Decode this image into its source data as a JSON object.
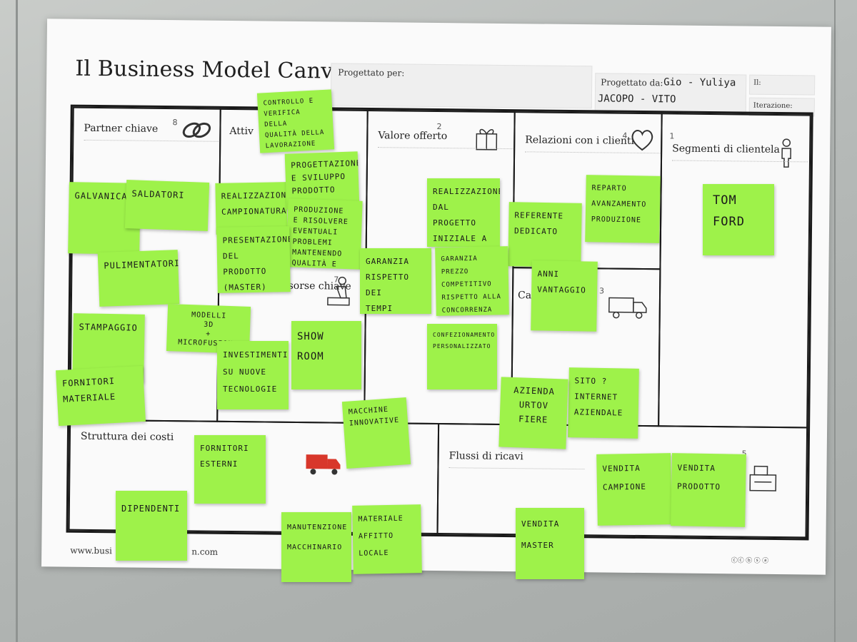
{
  "canvas": {
    "title": "Il Business Model Canvas",
    "designed_for_label": "Progettato per:",
    "designed_by_label": "Progettato da:",
    "designed_by_value": "Gio - Yuliya",
    "designed_by_value2": "Jacopo - Vito",
    "date_label": "Il:",
    "iteration_label": "Iterazione:",
    "footer_url": "www.busi",
    "footer_url_end": "n.com"
  },
  "blocks": {
    "partners": {
      "title": "Partner chiave",
      "num": "8"
    },
    "activities": {
      "title": "Attiv",
      "num": ""
    },
    "value": {
      "title": "Valore offerto",
      "num": "2"
    },
    "relations": {
      "title": "Relazioni con i clienti",
      "num": "4"
    },
    "segments": {
      "title": "Segmenti di clientela",
      "num": "1"
    },
    "resources": {
      "title": "isorse chiave",
      "num": "7"
    },
    "channels": {
      "title": "Ca",
      "num": "3"
    },
    "costs": {
      "title": "Struttura dei costi",
      "num": ""
    },
    "revenues": {
      "title": "Flussi di ricavi",
      "num": "5"
    }
  },
  "notes": [
    {
      "text": "Controllo e\nverifica della\nqualità della\nlavorazione dei\nfornitori esterni"
    },
    {
      "text": "Galvanica"
    },
    {
      "text": "Saldatori"
    },
    {
      "text": "Realizzazione\ncampionatura"
    },
    {
      "text": "Progettazione\ne sviluppo\nprodotto"
    },
    {
      "text": "Produzione\ne risolvere\neventuali\nproblemi\nmantenendo qualità e tempi"
    },
    {
      "text": "Presentazione\ndel prodotto\n(master)"
    },
    {
      "text": "Realizzazione\ndal progetto\niniziale a\nfinito"
    },
    {
      "text": "Referente\ndedicato"
    },
    {
      "text": "Reparto\navanzamento\nproduzione"
    },
    {
      "text": "Tom\nFord"
    },
    {
      "text": "Pulimentatori"
    },
    {
      "text": "Garanzia\nrispetto dei\ntempi"
    },
    {
      "text": "Garanzia\nprezzo competitivo\nrispetto alla\nconcorrenza"
    },
    {
      "text": "Anni\nvantaggio"
    },
    {
      "text": "Modelli\n3D\n+\nmicrofusione"
    },
    {
      "text": "Stampaggio"
    },
    {
      "text": "Show\nroom"
    },
    {
      "text": "Investimenti\nsu nuove\ntecnologie"
    },
    {
      "text": "Confezionamento\npersonalizzato"
    },
    {
      "text": "Fornitori\nmateriale"
    },
    {
      "text": "Sito       ?\ninternet\naziendale"
    },
    {
      "text": "Azienda\nurtov\nfiere"
    },
    {
      "text": "Macchine\ninnovative"
    },
    {
      "text": "Fornitori\nesterni"
    },
    {
      "text": "Vendita\ncampione"
    },
    {
      "text": "Vendita\nprodotto"
    },
    {
      "text": "Dipendenti"
    },
    {
      "text": "Manutenzione\nmacchinario"
    },
    {
      "text": "Materiale\naffitto locale"
    },
    {
      "text": "Vendita\nmaster"
    }
  ]
}
